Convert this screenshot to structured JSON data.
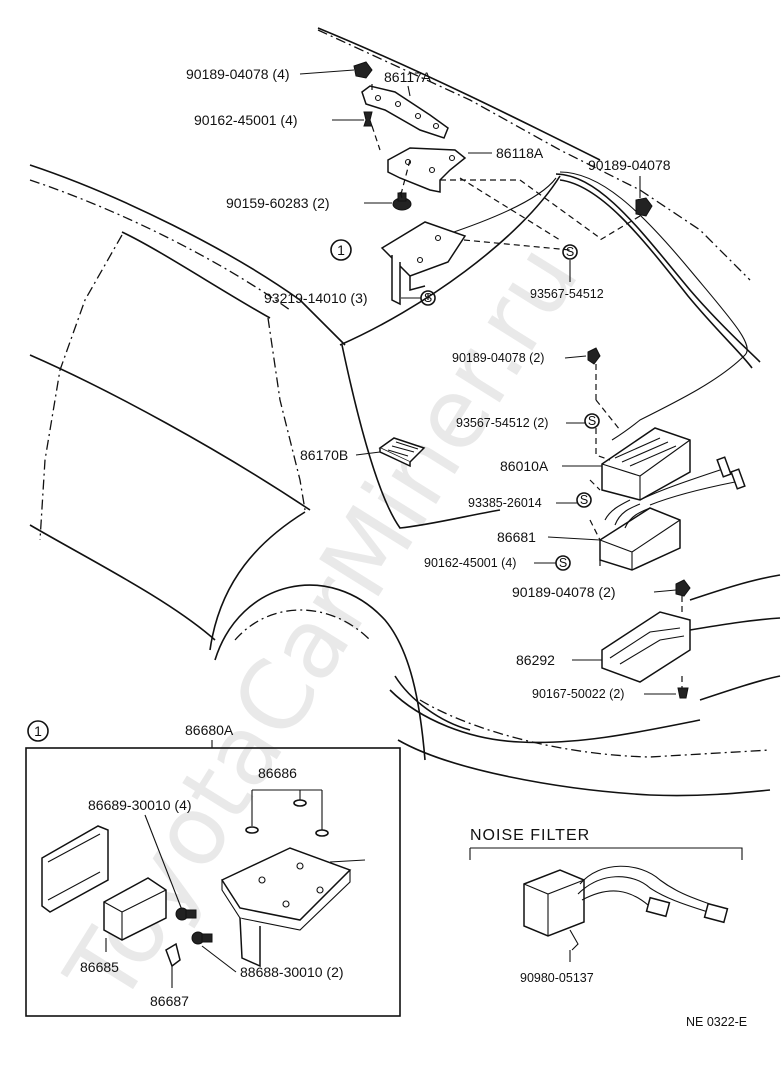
{
  "callouts": {
    "p1": "90189-04078 (4)",
    "p2": "86117A",
    "p3": "90162-45001 (4)",
    "p4": "86118A",
    "p5": "90189-04078",
    "p6": "90159-60283 (2)",
    "p7": "93567-54512",
    "p8": "93219-14010 (3)",
    "p9": "90189-04078 (2)",
    "p10": "93567-54512 (2)",
    "p11": "86170B",
    "p12": "86010A",
    "p13": "93385-26014",
    "p14": "86681",
    "p15": "90162-45001 (4)",
    "p16": "90189-04078 (2)",
    "p17": "86292",
    "p18": "90167-50022 (2)",
    "p19": "86680A",
    "p20": "86686",
    "p21": "86689-30010 (4)",
    "p22": "86685",
    "p23": "86687",
    "p24": "88688-30010 (2)",
    "p25": "90980-05137"
  },
  "symbols": {
    "ref_marker": "1",
    "s_marker": "S"
  },
  "noise_filter_title": "NOISE FILTER",
  "figure_code": "NE 0322-E",
  "watermark": "ToyotaCarMiner.ru"
}
